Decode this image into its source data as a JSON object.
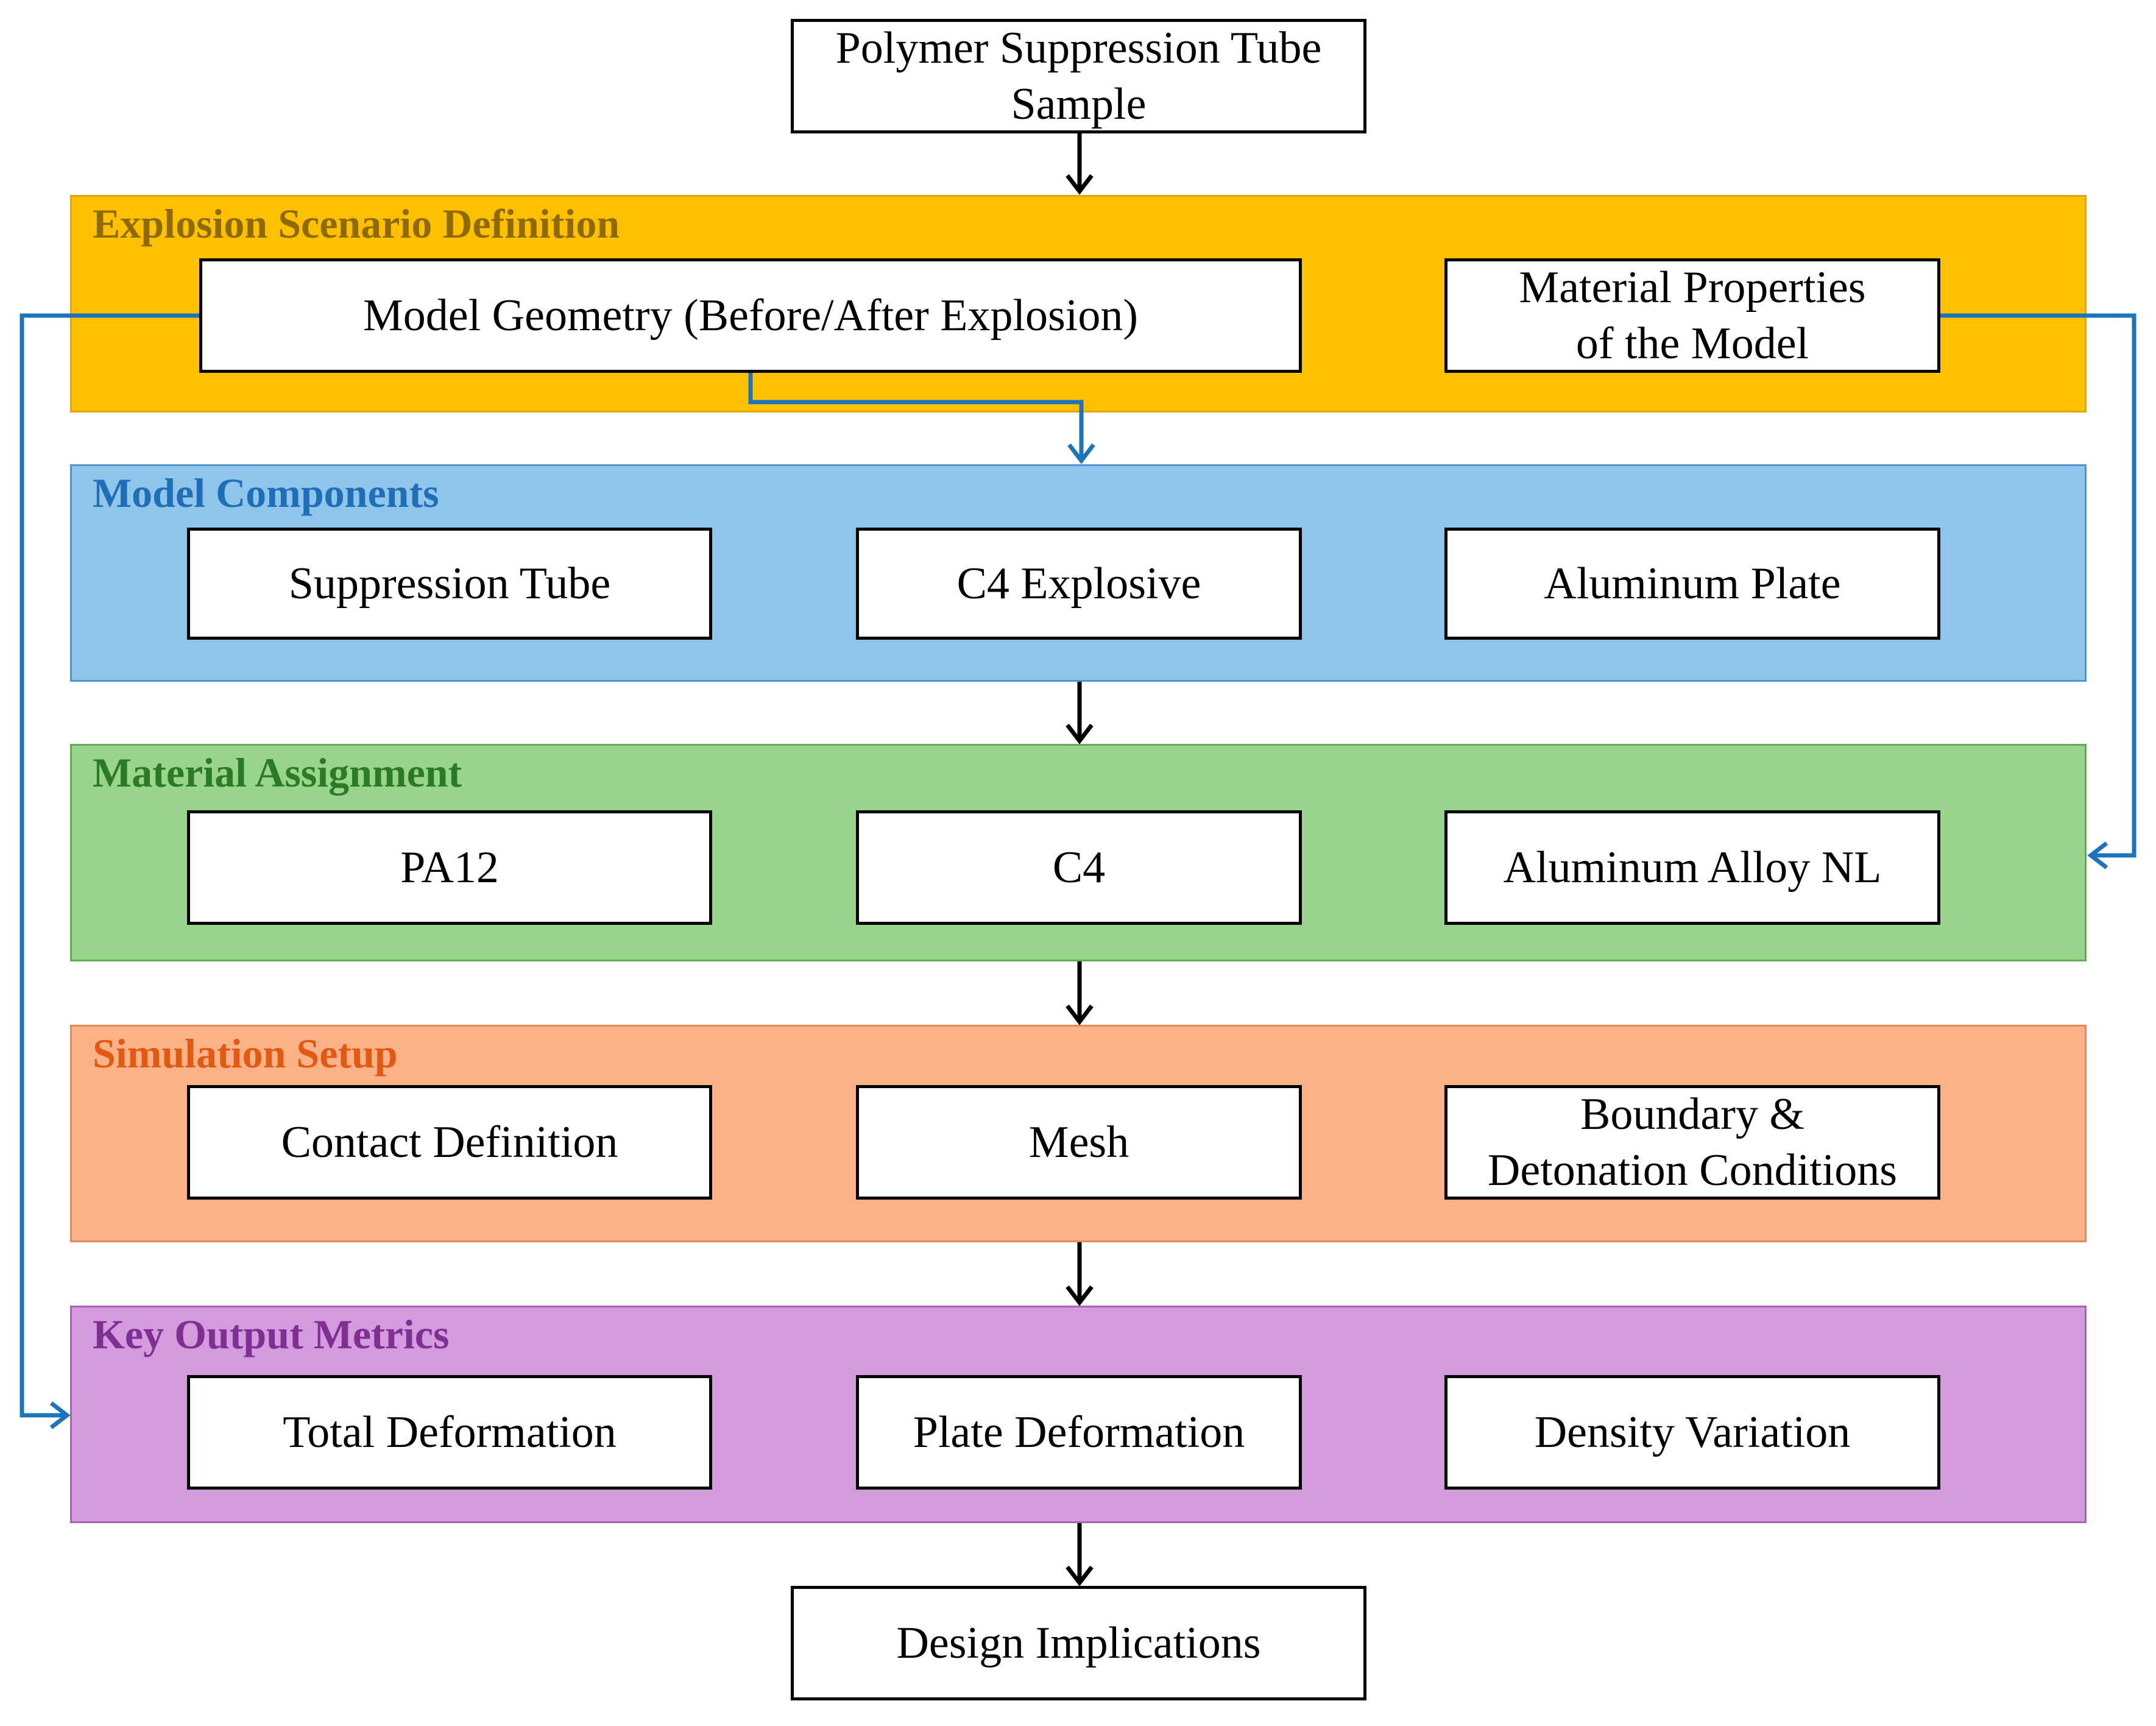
{
  "top_box": {
    "text": "Polymer Suppression Tube\nSample"
  },
  "bottom_box": {
    "text": "Design Implications"
  },
  "sections": [
    {
      "title": "Explosion Scenario Definition",
      "fill": "#ffc000",
      "border": "#e3a800",
      "title_color": "#8d6b00",
      "boxes": [
        "Model Geometry (Before/After Explosion)",
        "Material Properties\nof the Model"
      ]
    },
    {
      "title": "Model Components",
      "fill": "#8ec5e8",
      "border": "#4f95d6",
      "title_color": "#1f6fb8",
      "boxes": [
        "Suppression  Tube",
        "C4 Explosive",
        "Aluminum  Plate"
      ]
    },
    {
      "title": "Material Assignment",
      "fill": "#98d48c",
      "border": "#62aa55",
      "title_color": "#2a7a28",
      "boxes": [
        "PA12",
        "C4",
        "Aluminum  Alloy NL"
      ]
    },
    {
      "title": "Simulation Setup",
      "fill": "#fdb186",
      "border": "#e48a56",
      "title_color": "#e15a12",
      "boxes": [
        "Contact Definition",
        "Mesh",
        "Boundary &\nDetonation Conditions"
      ]
    },
    {
      "title": "Key Output Metrics",
      "fill": "#d49ade",
      "border": "#a764b3",
      "title_color": "#7f2e92",
      "boxes": [
        "Total Deformation",
        "Plate Deformation",
        "Density Variation"
      ]
    }
  ],
  "colors": {
    "arrow_black": "#000000",
    "arrow_blue": "#1c75bc"
  }
}
